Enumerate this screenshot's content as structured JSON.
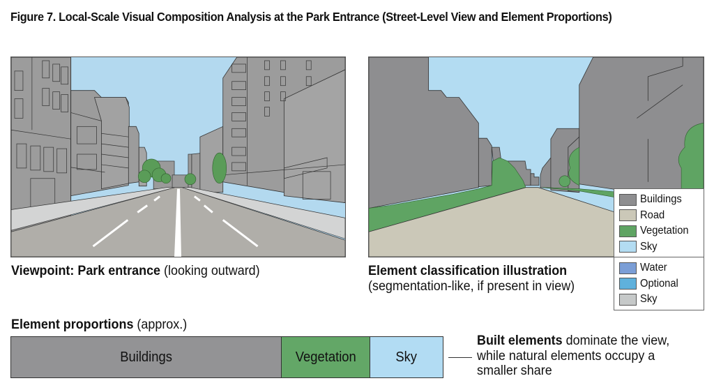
{
  "figure": {
    "title": "Figure 7. Local-Scale Visual Composition Analysis at the Park Entrance (Street-Level View and Element Proportions)"
  },
  "photo_panel": {
    "caption_bold": "Viewpoint: Park entrance",
    "caption_rest": " (looking outward)",
    "scene": "street-level view of a road with buildings on both sides, trees in the distance, blue sky"
  },
  "segmentation_panel": {
    "caption_bold": "Element classification illustration",
    "caption_rest": "(segmentation-like, if present in view)",
    "legend_primary": [
      {
        "label": "Buildings",
        "color": "#8e8e90"
      },
      {
        "label": "Road",
        "color": "#cbc8b8"
      },
      {
        "label": "Vegetation",
        "color": "#5fa463"
      },
      {
        "label": "Sky",
        "color": "#b3dcf2"
      }
    ],
    "legend_secondary": [
      {
        "label": "Water",
        "color": "#7b9ed6"
      },
      {
        "label": "Optional",
        "color": "#5fb1dc"
      },
      {
        "label": "Sky",
        "color": "#c6c9c9"
      }
    ]
  },
  "proportions": {
    "label_bold": "Element proportions",
    "label_rest": " (approx.)",
    "segments": [
      {
        "label": "Buildings",
        "share": 62.5,
        "color": "#939395"
      },
      {
        "label": "Vegetation",
        "share": 20.5,
        "color": "#63a767"
      },
      {
        "label": "Sky",
        "share": 17.0,
        "color": "#b2dcf3"
      }
    ],
    "note_bold": "Built elements",
    "note_line1_rest": " dominate the view,",
    "note_line2": "while natural elements occupy a",
    "note_line3": "smaller share"
  }
}
